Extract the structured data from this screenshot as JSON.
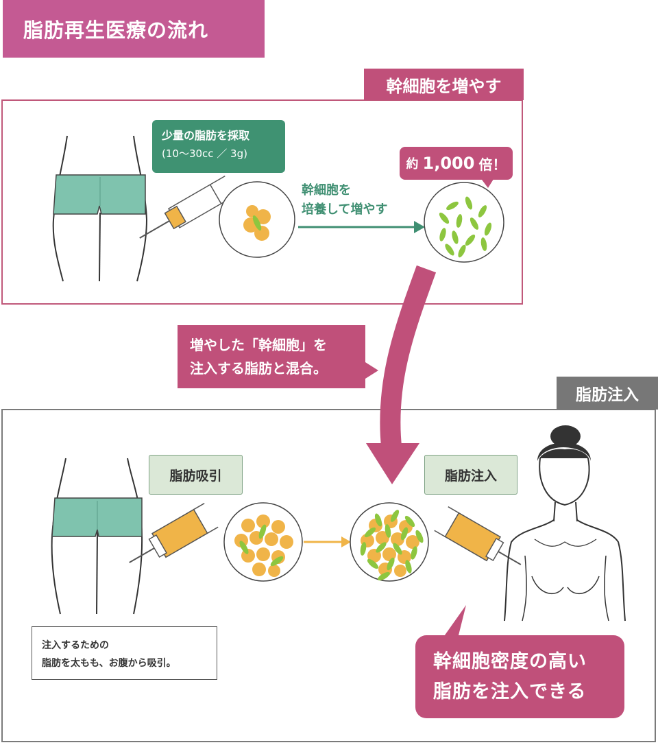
{
  "title": "脂肪再生医療の流れ",
  "top_section": {
    "tag": "幹細胞を増やす",
    "harvest_label": {
      "line1": "少量の脂肪を採取",
      "line2": "(10〜30cc ／ 3g)"
    },
    "culture_text": {
      "line1": "幹細胞を",
      "line2": "培養して増やす"
    },
    "multiplier": {
      "prefix": "約",
      "value": "1,000",
      "suffix": "倍！"
    }
  },
  "mix_balloon": {
    "line1": "増やした「幹細胞」を",
    "line2": "注入する脂肪と混合。"
  },
  "bottom_section": {
    "tag": "脂肪注入",
    "suction_label": "脂肪吸引",
    "inject_label": "脂肪注入",
    "note": {
      "line1": "注入するための",
      "line2": "脂肪を太もも、お腹から吸引。"
    },
    "result_balloon": {
      "line1": "幹細胞密度の高い",
      "line2": "脂肪を注入できる"
    }
  },
  "colors": {
    "brand_pink": "#c45a93",
    "accent_rose": "#c0507a",
    "label_green": "#3f9272",
    "shorts_teal": "#7fc3ae",
    "fat_orange": "#f0b448",
    "stem_green": "#8dc63f",
    "tag_gray": "#777777"
  }
}
